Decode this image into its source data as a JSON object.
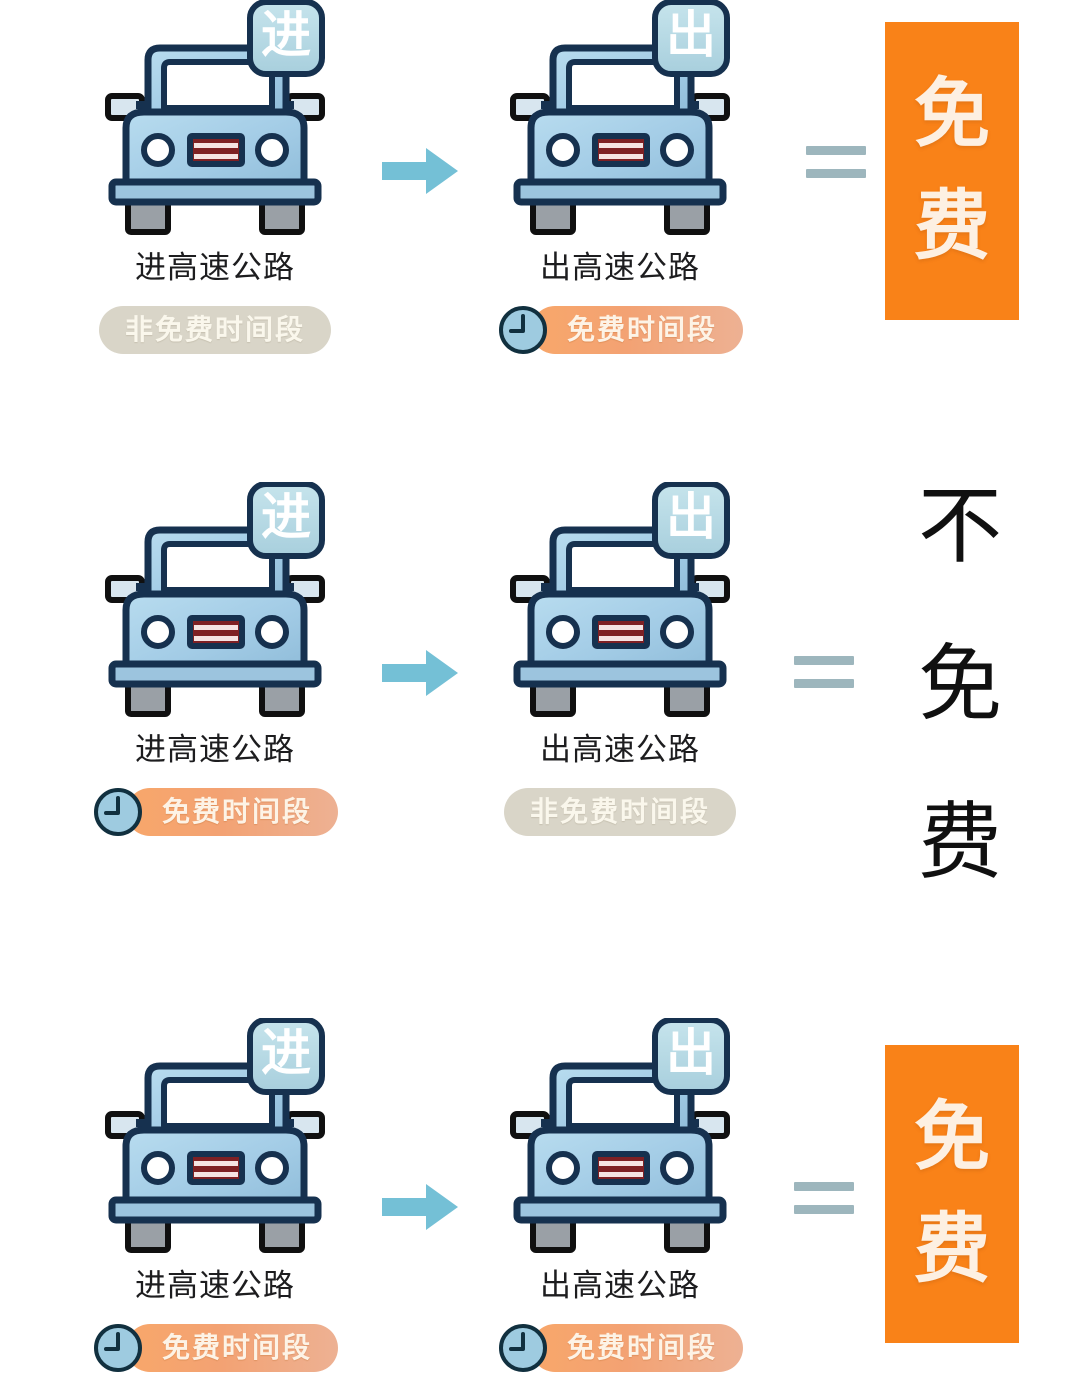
{
  "infographic": {
    "title_semantic": "highway-toll-free-period-rules",
    "colors": {
      "car_body": "#a9d0e8",
      "car_outline": "#16314f",
      "sign_fill": "#b9dbe6",
      "sign_text": "#ffffff",
      "arrow": "#74c0d6",
      "equals": "#9db6bd",
      "free_badge_bg": "#f8a76a",
      "notfree_badge_bg": "#d9d5c8",
      "result_box_bg": "#f98218",
      "result_box_text": "#fdf0e2",
      "result_text_black": "#101010",
      "grille_red": "#7e2024"
    },
    "icons": {
      "clock": "clock-icon",
      "arrow_right": "arrow-right-icon",
      "equals": "equals-icon"
    },
    "rows": [
      {
        "id": "rule-1",
        "entry": {
          "sign_text": "进",
          "sign_type": "entry",
          "label": "进高速公路",
          "badge_text": "非免费时间段",
          "badge_type": "notfree",
          "has_clock": false
        },
        "exit": {
          "sign_text": "出",
          "sign_type": "exit",
          "label": "出高速公路",
          "badge_text": "免费时间段",
          "badge_type": "free",
          "has_clock": true
        },
        "result": {
          "kind": "box",
          "chars": [
            "免",
            "费"
          ],
          "text": "免费"
        }
      },
      {
        "id": "rule-2",
        "entry": {
          "sign_text": "进",
          "sign_type": "entry",
          "label": "进高速公路",
          "badge_text": "免费时间段",
          "badge_type": "free",
          "has_clock": true
        },
        "exit": {
          "sign_text": "出",
          "sign_type": "exit",
          "label": "出高速公路",
          "badge_text": "非免费时间段",
          "badge_type": "notfree",
          "has_clock": false
        },
        "result": {
          "kind": "text",
          "chars": [
            "不",
            "免",
            "费"
          ],
          "text": "不免费"
        }
      },
      {
        "id": "rule-3",
        "entry": {
          "sign_text": "进",
          "sign_type": "entry",
          "label": "进高速公路",
          "badge_text": "免费时间段",
          "badge_type": "free",
          "has_clock": true
        },
        "exit": {
          "sign_text": "出",
          "sign_type": "exit",
          "label": "出高速公路",
          "badge_text": "免费时间段",
          "badge_type": "free",
          "has_clock": true
        },
        "result": {
          "kind": "box",
          "chars": [
            "免",
            "费"
          ],
          "text": "免费"
        }
      }
    ]
  }
}
